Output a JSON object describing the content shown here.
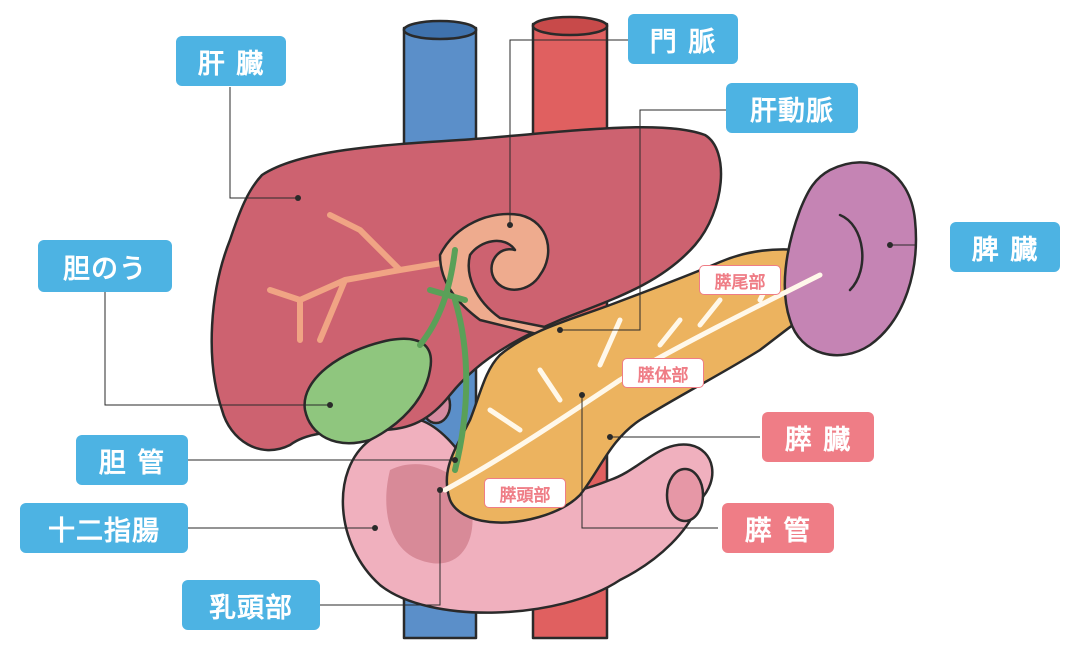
{
  "colors": {
    "label_blue": "#4db3e3",
    "label_red": "#ef7d86",
    "liver": "#cd6270",
    "gallbladder": "#8fc67e",
    "pancreas": "#ecb35f",
    "spleen": "#c584b4",
    "duodenum": "#f0b0be",
    "vena_cava": "#5b8fc9",
    "aorta": "#e06060",
    "portal_vein": "#eeab8e"
  },
  "labels": {
    "liver": "肝 臓",
    "portal_vein": "門 脈",
    "hepatic_artery": "肝動脈",
    "gallbladder": "胆のう",
    "spleen": "脾 臓",
    "pancreas": "膵 臓",
    "bile_duct": "胆 管",
    "duodenum": "十二指腸",
    "pancreatic_duct": "膵 管",
    "papilla": "乳頭部"
  },
  "sublabels": {
    "tail": "膵尾部",
    "body": "膵体部",
    "head": "膵頭部"
  }
}
